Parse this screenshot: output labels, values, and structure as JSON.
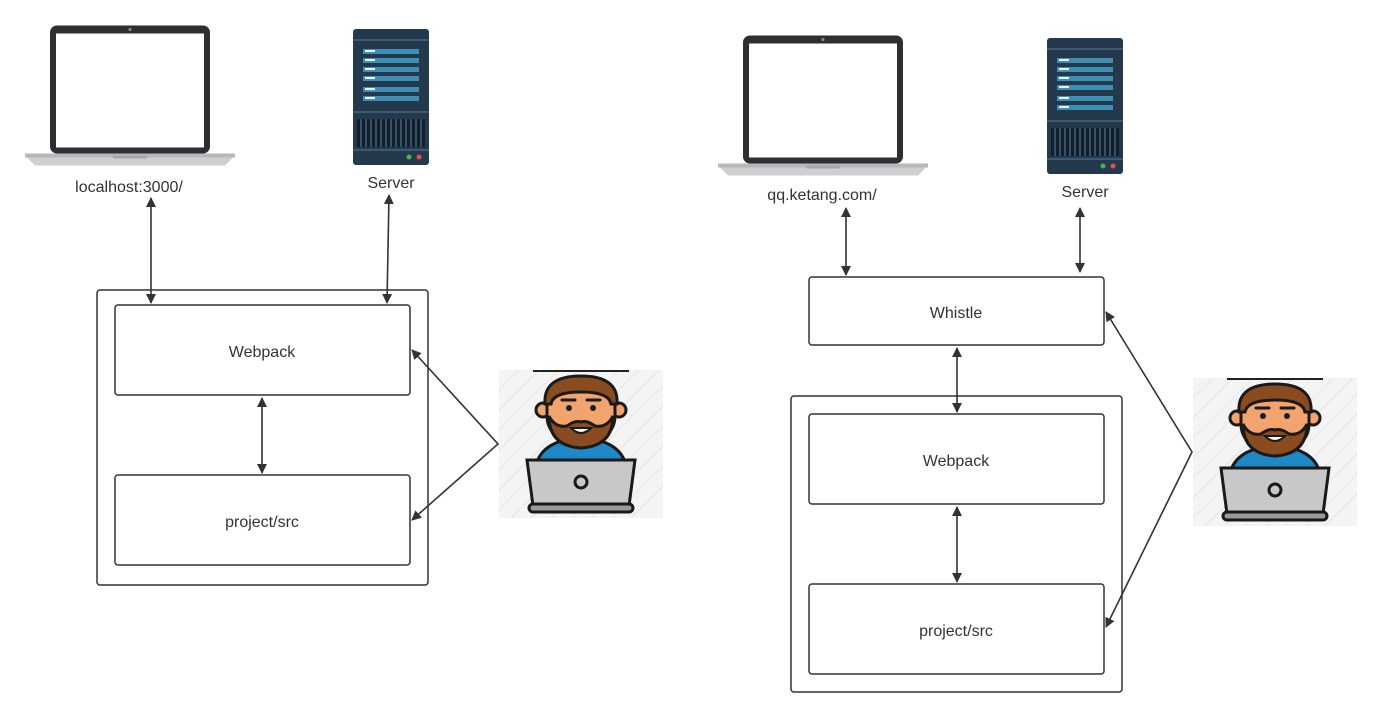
{
  "left": {
    "client_label": "localhost:3000/",
    "server_label": "Server",
    "webpack_label": "Webpack",
    "src_label": "project/src"
  },
  "right": {
    "client_label": "qq.ketang.com/",
    "server_label": "Server",
    "proxy_label": "Whistle",
    "webpack_label": "Webpack",
    "src_label": "project/src"
  },
  "icons": {
    "client": "laptop-icon",
    "server": "server-rack-icon",
    "developer": "developer-with-laptop-icon"
  },
  "colors": {
    "line": "#333333",
    "server_body": "#243a4c",
    "server_bar": "#3f8fb5",
    "developer_shirt": "#1e88c9",
    "developer_hair": "#8a4b1f",
    "developer_skin": "#f2a46f"
  }
}
